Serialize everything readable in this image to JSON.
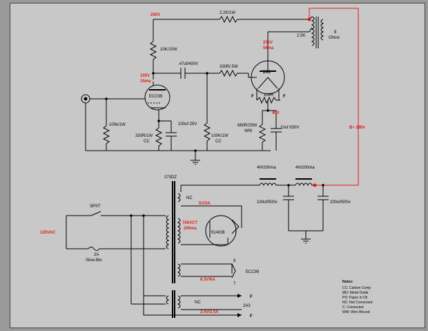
{
  "voltages": {
    "top_250": "250V",
    "grid_105": "105V",
    "grid_15ma": "15ma",
    "plate_225": "225V",
    "plate_56ma": "56ma",
    "cathode_40": "40V",
    "bplus": "B+ 280v",
    "fil_5v": "5V/3A",
    "ht_700": "700VCT",
    "ht_200ma": "200ma",
    "heater_63": "6.3V/6A",
    "heater_25": "2.5V/2.5A",
    "mains": "120VAC"
  },
  "components": {
    "r_22k": "2.2K/1W",
    "r_10k": "10K/10W",
    "cap_47": ".47uf/400V",
    "r_330": "330R/.5W",
    "tube_2a3": "2A3",
    "tube_ecc99": "ECC99",
    "r_100r": "100R",
    "f_left": "F",
    "f_right": "F",
    "cap_100uf25": "100uf 25V",
    "r_100k1w": "100k/1W",
    "r_330r1w": "330R/1W",
    "cc1": "CC",
    "r_100k1w_b": "100K/1W",
    "cc2": "CC",
    "r_680": "680R/25W",
    "ww": "WW",
    "cap_10uf": "10uf 630V",
    "ot_25k": "2.5K",
    "ot_8": "8",
    "ot_ohms": "Ohms",
    "choke1": "4H/200ma",
    "choke2": "4H/200ma",
    "cap_100uf500": "100uf/500v",
    "cap_200uf500": "200uf/500v",
    "xfmr": "273DZ",
    "nc1": "NC",
    "rect": "5U4GB",
    "pin8": "8",
    "pin7": "7",
    "ecc99_heater": "ECC99",
    "spst": "SPST",
    "fuse_2a": "2A",
    "fuse_sb": "Slow-Blo",
    "nc2": "NC",
    "f_out1": "F",
    "f_out2": "F",
    "a23_out": "2A3"
  },
  "notes": {
    "title": "Notes:",
    "lines": [
      "CC: Carbon Comp",
      "MO: Metal Oxide",
      "PO: Paper in Oil",
      "NC: Not Connected",
      "C: Connected",
      "WW: Wire Wound"
    ]
  }
}
